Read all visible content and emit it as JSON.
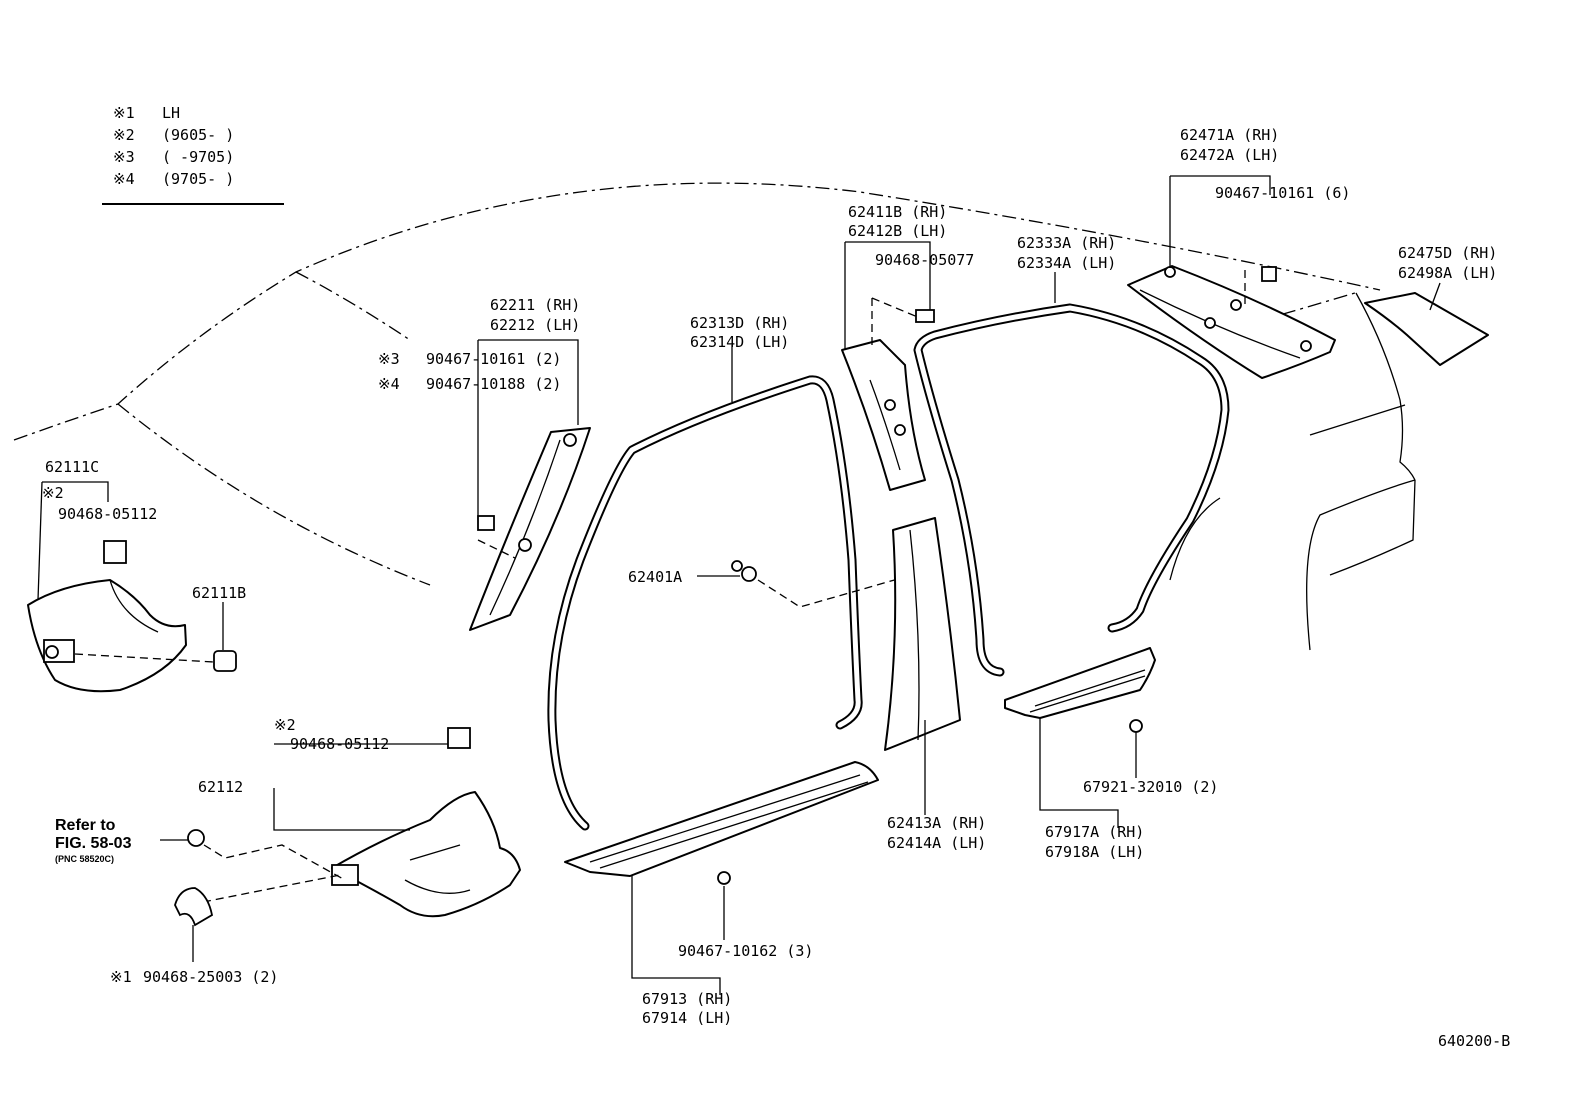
{
  "legend": {
    "rows": [
      {
        "mark": "※1",
        "text": "LH"
      },
      {
        "mark": "※2",
        "text": "(9605-      )"
      },
      {
        "mark": "※3",
        "text": "(      -9705)"
      },
      {
        "mark": "※4",
        "text": "(9705-      )"
      }
    ]
  },
  "figure_id": "640200-B",
  "callouts": {
    "p62471A": "62471A (RH)",
    "p62472A": "62472A (LH)",
    "p90467_10161_6": "90467-10161 (6)",
    "p62475D": "62475D (RH)",
    "p62498A": "62498A (LH)",
    "p62411B": "62411B (RH)",
    "p62412B": "62412B (LH)",
    "p90468_05077": "90468-05077",
    "p62333A": "62333A (RH)",
    "p62334A": "62334A (LH)",
    "p62211": "62211 (RH)",
    "p62212": "62212 (LH)",
    "mark3": "※3",
    "p90467_10161_2": "90467-10161 (2)",
    "mark4": "※4",
    "p90467_10188_2": "90467-10188 (2)",
    "p62313D": "62313D (RH)",
    "p62314D": "62314D (LH)",
    "p62111C": "62111C",
    "mark2a": "※2",
    "p90468_05112a": "90468-05112",
    "p62111B": "62111B",
    "p62401A": "62401A",
    "mark2b": "※2",
    "p90468_05112b": "90468-05112",
    "p62112": "62112",
    "refer1": "Refer to",
    "refer2": "FIG. 58-03",
    "refer3": "(PNC 58520C)",
    "mark1": "※1",
    "p90468_25003": "90468-25003 (2)",
    "p62413A": "62413A (RH)",
    "p62414A": "62414A (LH)",
    "p67921": "67921-32010 (2)",
    "p67917A": "67917A (RH)",
    "p67918A": "67918A (LH)",
    "p90467_10162": "90467-10162 (3)",
    "p67913": "67913 (RH)",
    "p67914": "67914 (LH)"
  }
}
